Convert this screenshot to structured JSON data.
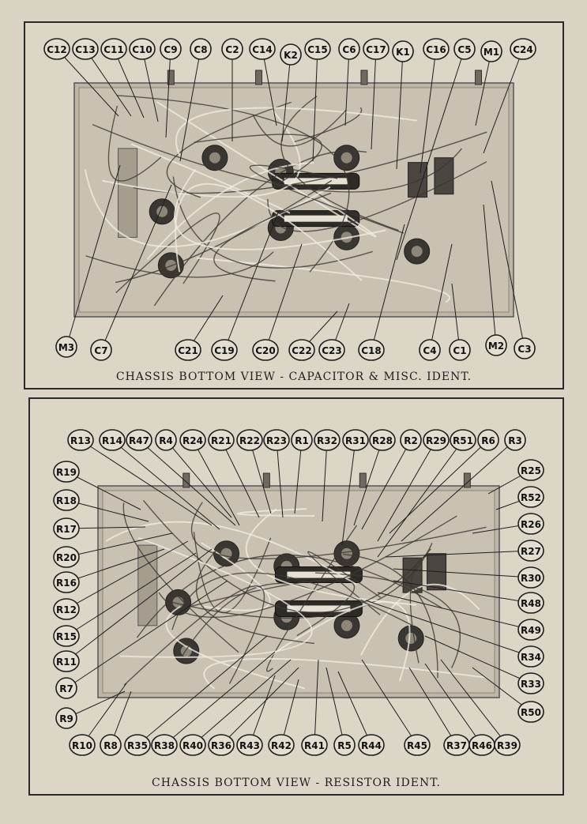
{
  "panels": [
    {
      "id": "capacitor",
      "caption": "CHASSIS BOTTOM VIEW - CAPACITOR & MISC. IDENT.",
      "labels": [
        "C12",
        "C13",
        "C11",
        "C10",
        "C9",
        "C8",
        "C2",
        "C14",
        "K2",
        "C15",
        "C6",
        "C17",
        "K1",
        "C16",
        "C5",
        "M1",
        "C24",
        "M3",
        "C7",
        "C21",
        "C19",
        "C20",
        "C22",
        "C23",
        "C18",
        "C4",
        "C1",
        "M2",
        "C3"
      ]
    },
    {
      "id": "resistor",
      "caption": "CHASSIS BOTTOM VIEW - RESISTOR IDENT.",
      "labels": [
        "R13",
        "R14",
        "R47",
        "R4",
        "R24",
        "R21",
        "R22",
        "R23",
        "R1",
        "R32",
        "R31",
        "R28",
        "R2",
        "R29",
        "R51",
        "R6",
        "R3",
        "R19",
        "R18",
        "R17",
        "R20",
        "R16",
        "R12",
        "R15",
        "R11",
        "R7",
        "R9",
        "R25",
        "R52",
        "R26",
        "R27",
        "R30",
        "R48",
        "R49",
        "R34",
        "R33",
        "R50",
        "R10",
        "R8",
        "R35",
        "R38",
        "R40",
        "R36",
        "R43",
        "R42",
        "R41",
        "R5",
        "R44",
        "R45",
        "R37",
        "R46",
        "R39"
      ]
    }
  ]
}
